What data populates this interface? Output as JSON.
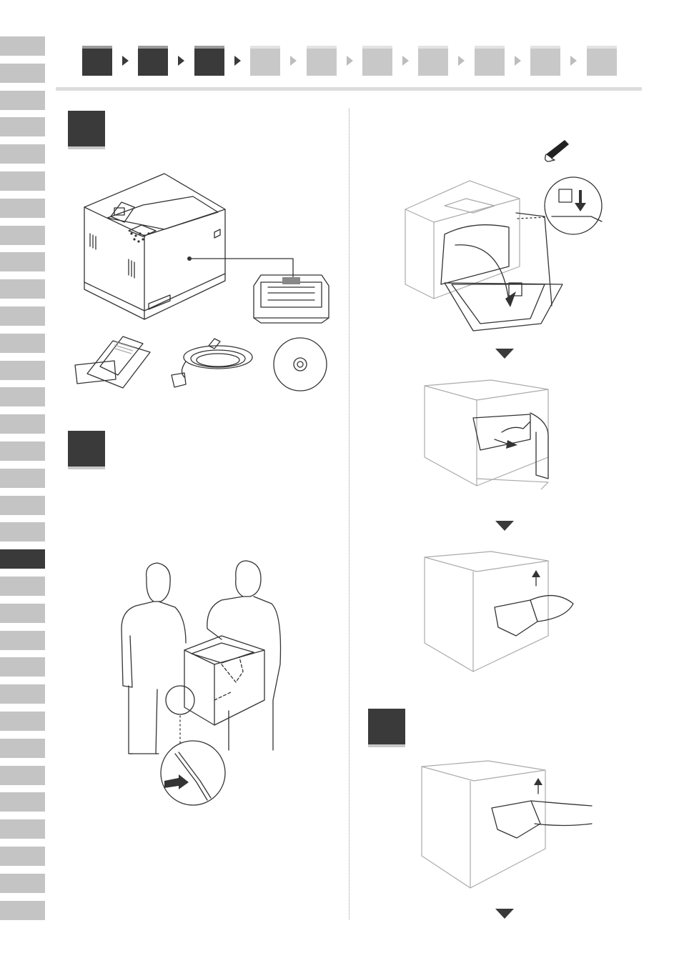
{
  "language_tabs": {
    "count": 33,
    "active_index": 19
  },
  "progress": {
    "total_steps": 10,
    "completed_steps": 3
  },
  "sections": [
    {
      "id": "contents",
      "illustrations": [
        "printer-icon",
        "toner-cartridge-icon",
        "manuals-icon",
        "power-cord-icon",
        "cd-rom-icon"
      ]
    },
    {
      "id": "carry-printer",
      "illustrations": [
        "two-people-carrying-printer-illustration",
        "handle-detail-zoom"
      ]
    },
    {
      "id": "remove-packing",
      "illustrations": [
        "tape-icon",
        "open-front-cover-illustration",
        "pull-tape-illustration",
        "remove-packing-material-illustration"
      ]
    },
    {
      "id": "remove-drum",
      "illustrations": [
        "lift-drum-unit-illustration"
      ]
    }
  ],
  "colors": {
    "dark": "#3a3a3a",
    "light": "#c8c8c8",
    "line": "#333333"
  }
}
